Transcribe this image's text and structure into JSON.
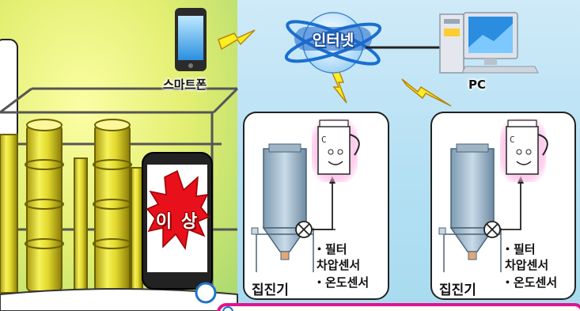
{
  "labels": {
    "internet": "인터넷",
    "smartphone": "스마트폰",
    "pc": "PC",
    "alarm": "이 상"
  },
  "collectors": [
    {
      "name": "집진기",
      "sensors": [
        "・필터",
        "차압센서",
        "・온도센서"
      ]
    },
    {
      "name": "집진기",
      "sensors": [
        "・필터",
        "차압센서",
        "・온도센서"
      ]
    }
  ],
  "colors": {
    "sky": "#b4e0f3",
    "factory_glow": "#f2f27a",
    "pipe_yellow": "#e8e03a",
    "lightning": "#ffee22",
    "alarm_red": "#e8101a",
    "phone_screen": "#35a8f0",
    "magenta_bar": "#e0148c",
    "panel_stroke": "#222222"
  },
  "icons": [
    "smartphone-icon",
    "globe-icon",
    "pc-icon",
    "lightning-icon",
    "sensor-face-icon",
    "dust-collector-icon",
    "valve-icon",
    "alarm-burst-icon"
  ]
}
